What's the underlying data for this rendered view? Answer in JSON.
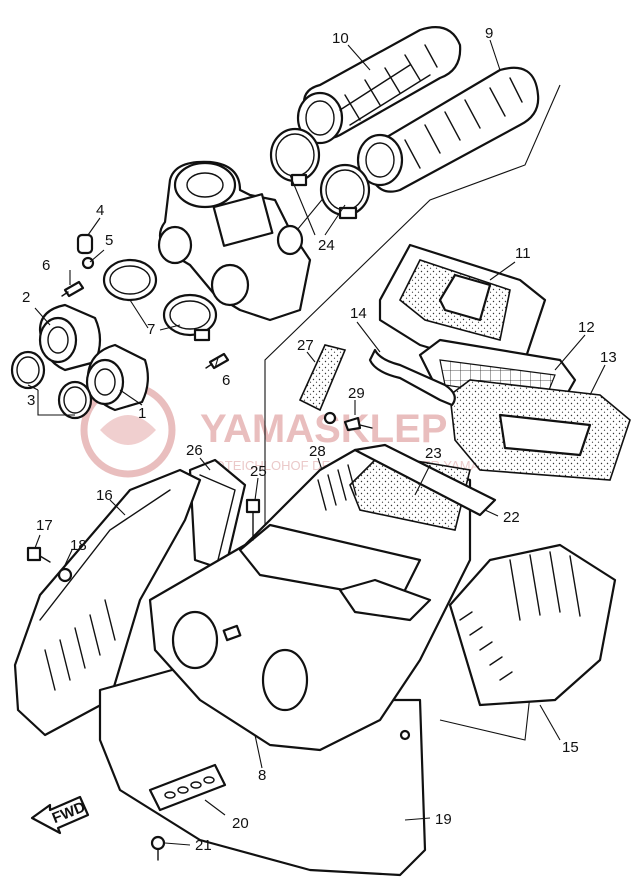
{
  "watermark": {
    "brand": "YAMASKLEP",
    "subtitle": "VOTEICHLOHOF DE BEZEMEDDELER YAMAHA",
    "color": "#e7b8b8"
  },
  "fwd_label": "FWD",
  "callouts": [
    "1",
    "2",
    "3",
    "4",
    "5",
    "6",
    "6",
    "7",
    "8",
    "9",
    "10",
    "11",
    "12",
    "13",
    "14",
    "15",
    "16",
    "17",
    "18",
    "19",
    "20",
    "21",
    "22",
    "23",
    "24",
    "25",
    "26",
    "27",
    "28",
    "29"
  ]
}
